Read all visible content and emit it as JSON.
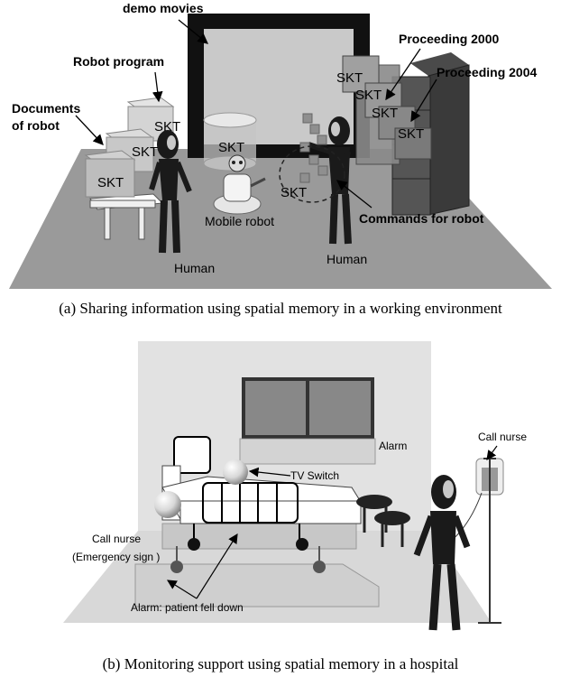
{
  "figure_a": {
    "caption": "(a) Sharing information using spatial memory in a working environment",
    "labels": {
      "demo_movies": "demo movies",
      "robot_program": "Robot program",
      "documents_of_robot_1": "Documents",
      "documents_of_robot_2": "of robot",
      "proceeding_2000": "Proceeding 2000",
      "proceeding_2004": "Proceeding 2004",
      "mobile_robot": "Mobile robot",
      "commands_for_robot": "Commands for robot",
      "human_left": "Human",
      "human_right": "Human",
      "skt": "SKT"
    }
  },
  "figure_b": {
    "caption": "(b) Monitoring support using spatial memory in a hospital",
    "labels": {
      "alarm": "Alarm",
      "call_nurse_top": "Call nurse",
      "tv_switch": "TV Switch",
      "call_nurse_left": "Call nurse",
      "emergency_sign": "(Emergency sign )",
      "alarm_fell": "Alarm: patient fell down"
    }
  }
}
